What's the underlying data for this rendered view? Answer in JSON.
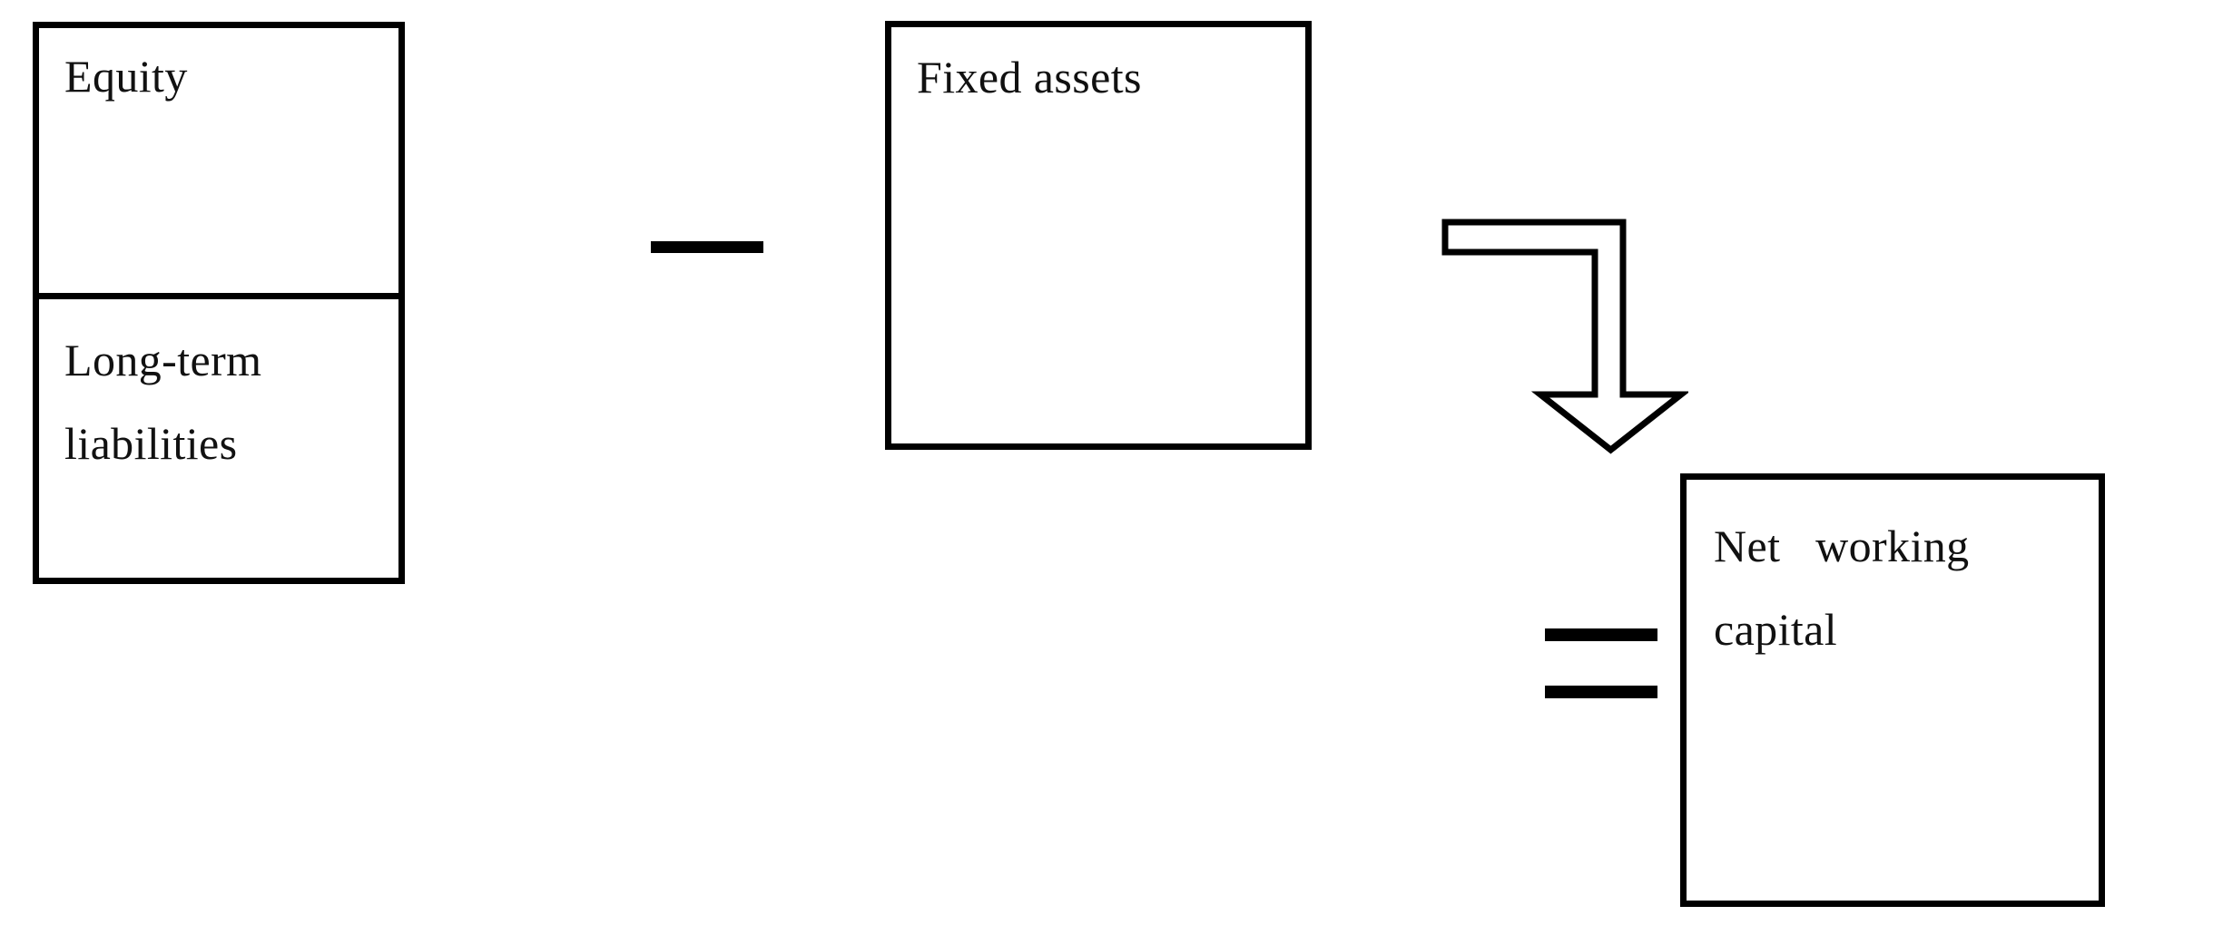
{
  "diagram": {
    "title": "Net working capital computation",
    "type": "block-diagram",
    "background_color": "#ffffff",
    "stroke_color": "#000000",
    "text_color": "#111111",
    "relation": "(Equity + Long-term liabilities) - Fixed assets = Net working capital"
  },
  "boxes": {
    "sources": {
      "equity": {
        "label": "Equity"
      },
      "long_term_liabilities": {
        "line1": "Long-term",
        "line2": "liabilities"
      }
    },
    "fixed_assets": {
      "label": "Fixed assets"
    },
    "net_working_capital": {
      "line1": "Net   working",
      "line2": "capital"
    }
  },
  "operators": {
    "minus": {
      "glyph": "minus-sign",
      "symbol": "–"
    },
    "equals": {
      "glyph": "equals-sign",
      "symbol": "="
    }
  },
  "connector": {
    "arrow": {
      "glyph": "elbow-arrow-down",
      "direction": "down",
      "style": "block-outline"
    }
  }
}
